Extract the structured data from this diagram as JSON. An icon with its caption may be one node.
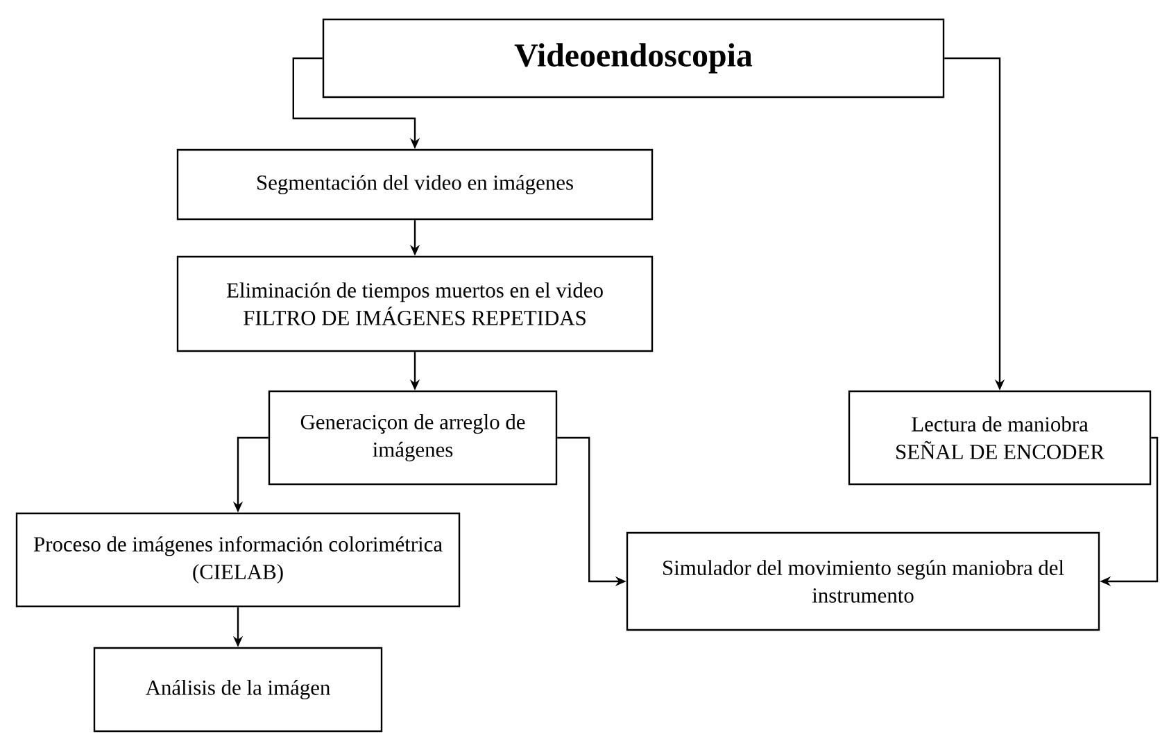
{
  "diagram": {
    "nodes": [
      {
        "text": [
          "Videoendoscopia"
        ]
      },
      {
        "text": [
          "Segmentación del video en imágenes"
        ]
      },
      {
        "text": [
          "Eliminación de tiempos muertos en el video",
          "FILTRO DE IMÁGENES REPETIDAS"
        ]
      },
      {
        "text": [
          "Generaciçon de arreglo de imágenes"
        ]
      },
      {
        "text": [
          "Lectura de maniobra",
          "SEÑAL DE ENCODER"
        ]
      },
      {
        "text": [
          "Proceso de imágenes  información colorimétrica (CIELAB)"
        ]
      },
      {
        "text": [
          "Simulador del movimiento según maniobra del instrumento"
        ]
      },
      {
        "text": [
          "Análisis de la imágen"
        ]
      }
    ],
    "edges": [
      {
        "from": 0,
        "to": 1,
        "arrow": "to"
      },
      {
        "from": 0,
        "to": 4,
        "arrow": "to"
      },
      {
        "from": 1,
        "to": 2,
        "arrow": "to"
      },
      {
        "from": 2,
        "to": 3,
        "arrow": "to"
      },
      {
        "from": 3,
        "to": 5,
        "arrow": "to"
      },
      {
        "from": 3,
        "to": 6,
        "arrow": "to"
      },
      {
        "from": 4,
        "to": 6,
        "arrow": "to"
      },
      {
        "from": 5,
        "to": 7,
        "arrow": "to"
      }
    ]
  }
}
